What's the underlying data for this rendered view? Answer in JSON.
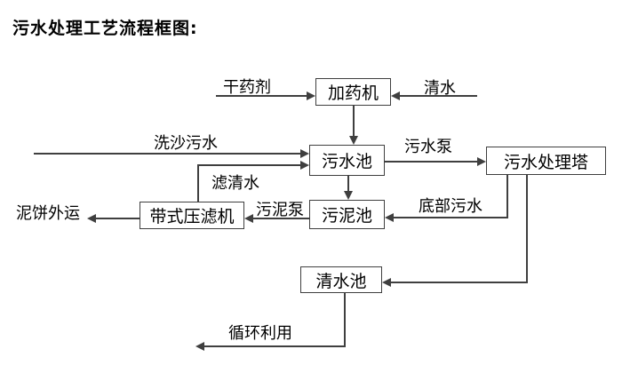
{
  "title": "污水处理工艺流程框图:",
  "nodes": {
    "dosing_machine": "加药机",
    "sewage_pool": "污水池",
    "treatment_tower": "污水处理塔",
    "sludge_pool": "污泥池",
    "belt_filter_press": "带式压滤机",
    "clean_water_pool": "清水池"
  },
  "edge_labels": {
    "dry_agent": "干药剂",
    "clean_water": "清水",
    "sand_washing_sewage": "洗沙污水",
    "sewage_pump": "污水泵",
    "filtered_water": "滤清水",
    "sludge_pump": "污泥泵",
    "bottom_sewage": "底部污水",
    "mud_cake_out": "泥饼外运",
    "recycle_use": "循环利用"
  },
  "colors": {
    "background": "#ffffff",
    "line": "#3f3f3f",
    "box_border": "#3f3f3f",
    "box_fill": "#ffffff",
    "text": "#000000"
  }
}
